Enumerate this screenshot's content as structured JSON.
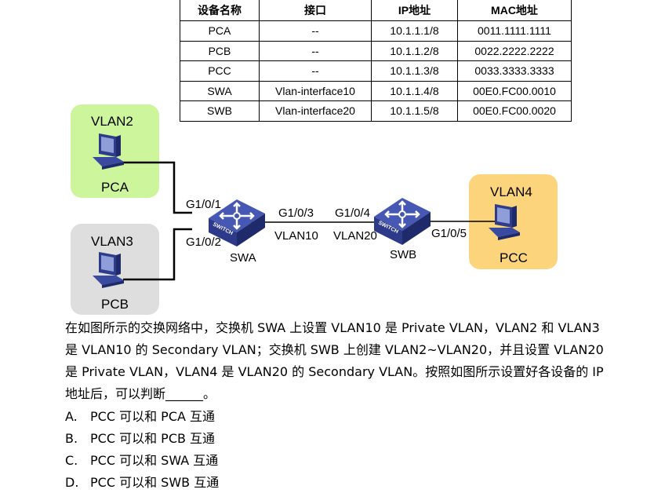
{
  "table": {
    "headers": [
      "设备名称",
      "接口",
      "IP地址",
      "MAC地址"
    ],
    "rows": [
      [
        "PCA",
        "--",
        "10.1.1.1/8",
        "0011.1111.1111"
      ],
      [
        "PCB",
        "--",
        "10.1.1.2/8",
        "0022.2222.2222"
      ],
      [
        "PCC",
        "--",
        "10.1.1.3/8",
        "0033.3333.3333"
      ],
      [
        "SWA",
        "Vlan-interface10",
        "10.1.1.4/8",
        "00E0.FC00.0010"
      ],
      [
        "SWB",
        "Vlan-interface20",
        "10.1.1.5/8",
        "00E0.FC00.0020"
      ]
    ]
  },
  "diagram": {
    "vlan_a": "VLAN2",
    "pca": "PCA",
    "vlan_b": "VLAN3",
    "pcb": "PCB",
    "vlan_c": "VLAN4",
    "pcc": "PCC",
    "swa": "SWA",
    "swb": "SWB",
    "port_1": "G1/0/1",
    "port_2": "G1/0/2",
    "port_3": "G1/0/3",
    "port_4": "G1/0/4",
    "port_5": "G1/0/5",
    "link_vlan_a": "VLAN10",
    "link_vlan_b": "VLAN20",
    "switch_text": "SWITCH",
    "colors": {
      "vlan2": "#cdf59c",
      "vlan3": "#dedede",
      "vlan4": "#fcd47c",
      "device": "#3a4aa0"
    }
  },
  "question": "在如图所示的交换网络中，交换机 SWA 上设置 VLAN10 是 Private VLAN，VLAN2 和 VLAN3 是 VLAN10 的 Secondary VLAN；交换机 SWB 上创建 VLAN2~VLAN20，并且设置 VLAN20 是 Private VLAN，VLAN4 是 VLAN20 的 Secondary VLAN。按照如图所示设置好各设备的 IP 地址后，可以判断______。",
  "options": [
    {
      "key": "A.",
      "text": "PCC 可以和 PCA 互通"
    },
    {
      "key": "B.",
      "text": "PCC 可以和 PCB 互通"
    },
    {
      "key": "C.",
      "text": "PCC 可以和 SWA 互通"
    },
    {
      "key": "D.",
      "text": "PCC 可以和 SWB 互通"
    }
  ]
}
